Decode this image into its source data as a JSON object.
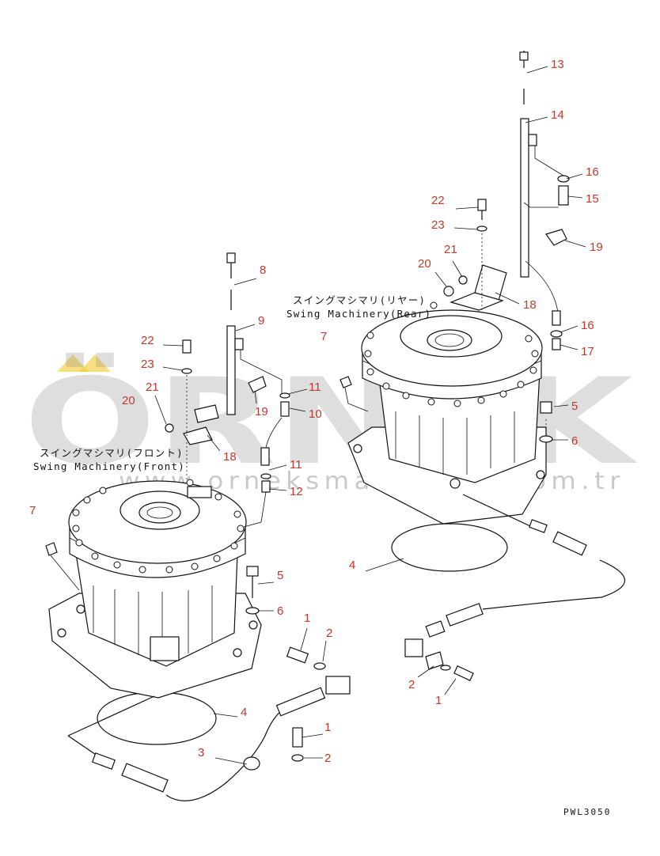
{
  "watermark": {
    "text": "ÖRNEK",
    "url": "www.orneksmakinaltd.com.tr",
    "accent_color": "#f0c419"
  },
  "captions": {
    "rear_jp": "スイングマシマリ(リヤー)",
    "rear_en": "Swing Machinery(Rear)",
    "front_jp": "スイングマシマリ(フロント)",
    "front_en": "Swing Machinery(Front)"
  },
  "drawing_ref": "PWL3050",
  "callout_color": "#c0392b",
  "callouts": {
    "c13": "13",
    "c14": "14",
    "c16a": "16",
    "c15": "15",
    "c22r": "22",
    "c23r": "23",
    "c21r": "21",
    "c19r": "19",
    "c20r": "20",
    "c18r": "18",
    "c16b": "16",
    "c17": "17",
    "c7r": "7",
    "c5r": "5",
    "c6r": "6",
    "c4r": "4",
    "c2r": "2",
    "c1r": "1",
    "c8": "8",
    "c9": "9",
    "c22f": "22",
    "c23f": "23",
    "c21f": "21",
    "c20f": "20",
    "c11a": "11",
    "c19f": "19",
    "c10": "10",
    "c18f": "18",
    "c11b": "11",
    "c12": "12",
    "c7f": "7",
    "c5f": "5",
    "c6f": "6",
    "c1a": "1",
    "c2a": "2",
    "c4f": "4",
    "c1b": "1",
    "c3": "3",
    "c2b": "2"
  }
}
